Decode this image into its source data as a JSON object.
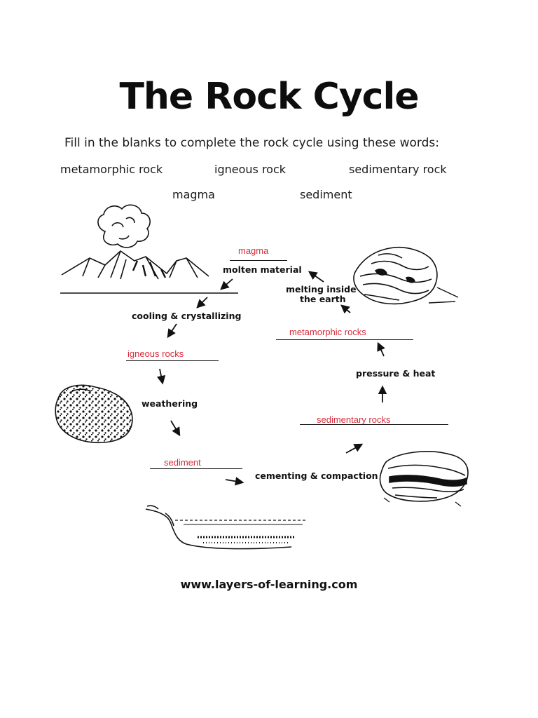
{
  "colors": {
    "answer": "#d62b3a",
    "ink": "#111111"
  },
  "title": "The Rock Cycle",
  "instructions": "Fill in the blanks to complete the rock cycle using these words:",
  "word_bank": [
    "metamorphic rock",
    "igneous rock",
    "sedimentary rock",
    "magma",
    "sediment"
  ],
  "labels": {
    "molten_material": "molten material",
    "melting_inside": "melting inside",
    "the_earth": "the earth",
    "cooling": "cooling & crystallizing",
    "pressure_heat": "pressure & heat",
    "weathering": "weathering",
    "cementing": "cementing & compaction"
  },
  "answers": {
    "magma": "magma",
    "metamorphic": "metamorphic rocks",
    "igneous": "igneous rocks",
    "sedimentary": "sedimentary rocks",
    "sediment": "sediment"
  },
  "footer": "www.layers-of-learning.com",
  "icons": [
    "volcano-icon",
    "metamorphic-rock-icon",
    "igneous-rock-icon",
    "sedimentary-rock-icon",
    "riverbed-icon"
  ]
}
